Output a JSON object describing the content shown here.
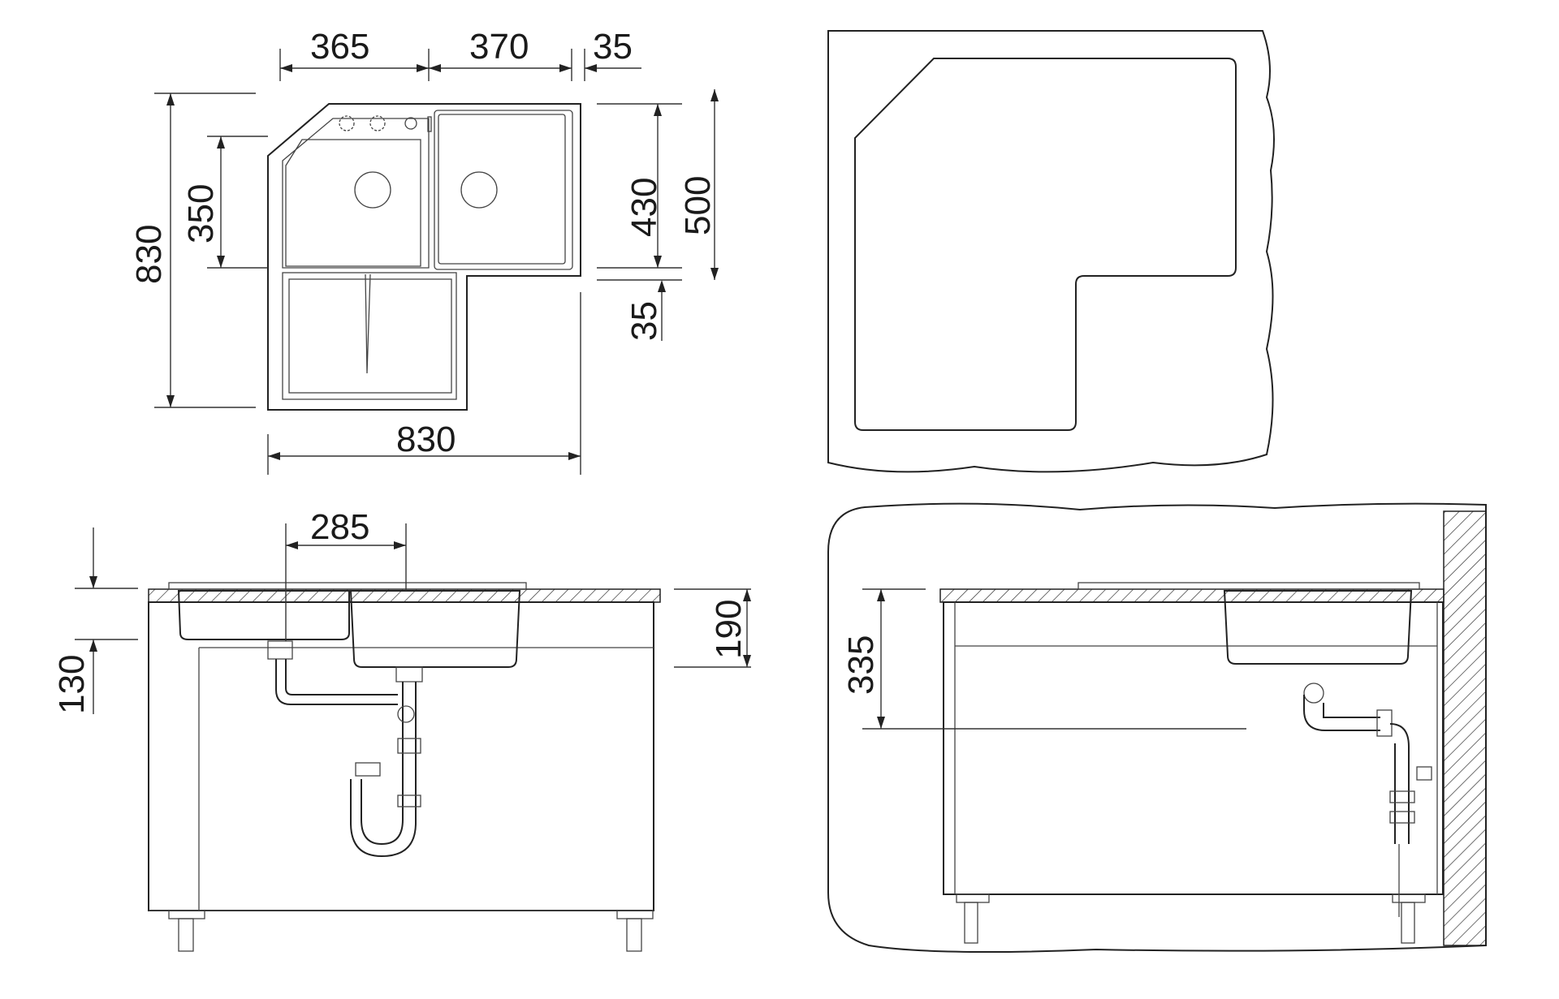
{
  "top_view": {
    "dim_bowl_left_width": "365",
    "dim_bowl_right_width": "370",
    "dim_right_rim": "35",
    "dim_total_depth": "830",
    "dim_bowl_depth": "350",
    "dim_right_bowl_depth": "430",
    "dim_right_section_depth": "500",
    "dim_lower_rim": "35",
    "dim_total_width": "830"
  },
  "front_view": {
    "dim_bowl_offset": "285",
    "dim_bowl_depth_left": "130",
    "dim_bowl_depth_right": "190"
  },
  "side_view": {
    "dim_drain_height": "335"
  },
  "colors": {
    "line": "#222222",
    "background": "#ffffff"
  }
}
